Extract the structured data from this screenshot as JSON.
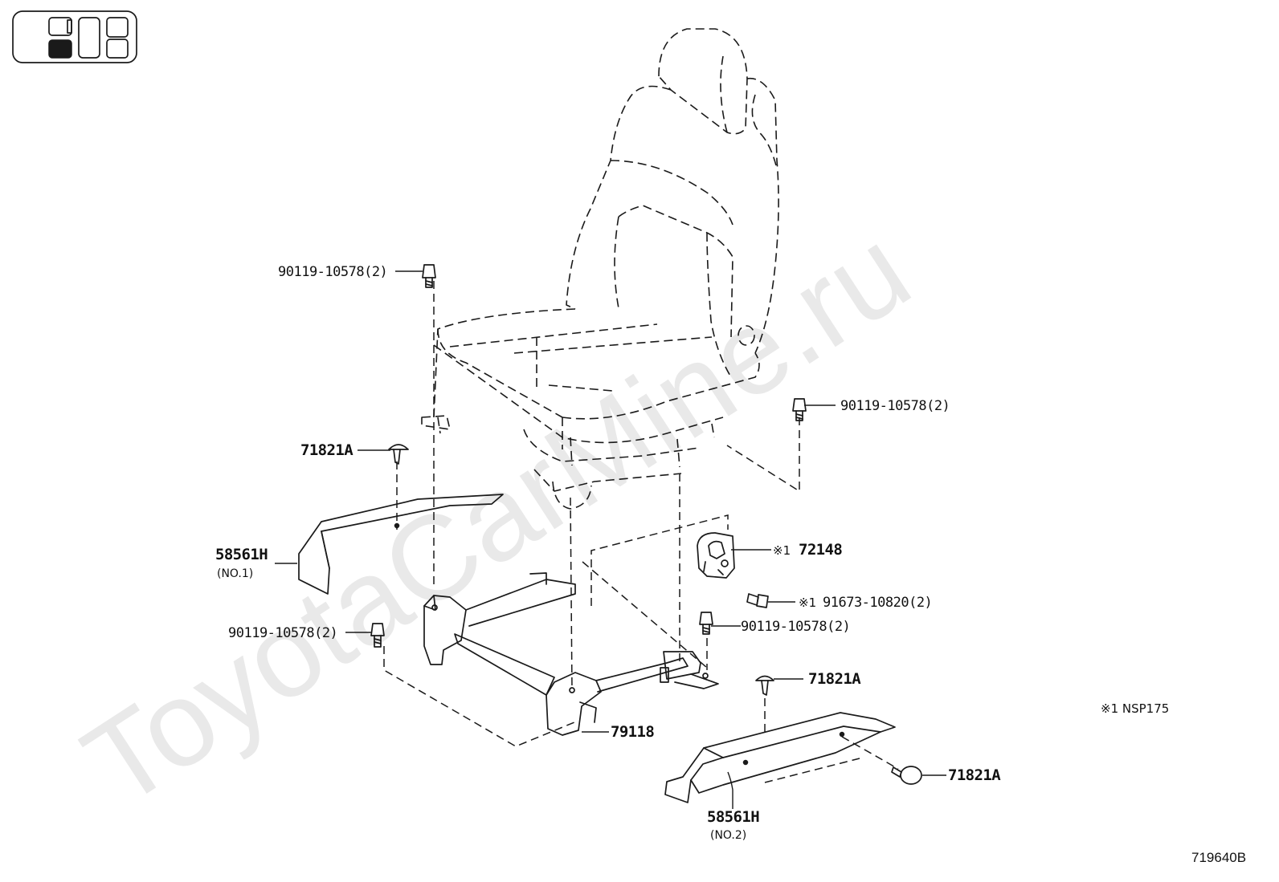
{
  "diagram": {
    "watermark": "ToyotaCarMine.ru",
    "part_code": "719640B",
    "footnote": "※1 NSP175",
    "labels": [
      {
        "id": "bolt-top-left",
        "text": "90119-10578(2)"
      },
      {
        "id": "bolt-right",
        "text": "90119-10578(2)"
      },
      {
        "id": "bolt-mid-right",
        "text": "90119-10578(2)"
      },
      {
        "id": "bolt-bottom-left",
        "text": "90119-10578(2)"
      },
      {
        "id": "clip-left",
        "text": "71821A"
      },
      {
        "id": "clip-right-top",
        "text": "71821A"
      },
      {
        "id": "clip-right-bottom",
        "text": "71821A"
      },
      {
        "id": "cover-left",
        "text": "58561H",
        "sub": "(NO.1)"
      },
      {
        "id": "cover-right",
        "text": "58561H",
        "sub": "(NO.2)"
      },
      {
        "id": "bracket",
        "text": "72148",
        "mark": "※1"
      },
      {
        "id": "bolt-bracket",
        "text": "91673-10820(2)",
        "mark": "※1"
      },
      {
        "id": "frame",
        "text": "79118"
      }
    ]
  }
}
